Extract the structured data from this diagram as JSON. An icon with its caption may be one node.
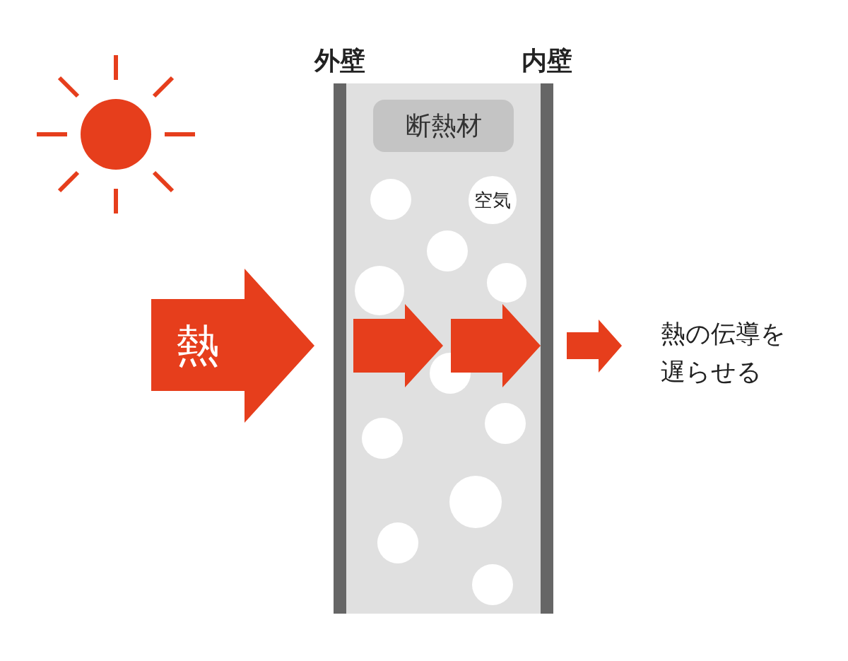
{
  "diagram": {
    "nodes": [
      {
        "text": [
          "熱"
        ]
      },
      {
        "text": [
          "断熱材"
        ]
      },
      {
        "text": [],
        "shape": "circle"
      },
      {
        "text": [
          "空気"
        ]
      },
      {
        "text": [],
        "shape": "circle"
      },
      {
        "text": [],
        "shape": "circle"
      },
      {
        "text": [],
        "shape": "circle"
      },
      {
        "text": [],
        "shape": "circle"
      },
      {
        "text": [],
        "shape": "circle"
      },
      {
        "text": [],
        "shape": "circle"
      },
      {
        "text": [],
        "shape": "circle"
      },
      {
        "text": [],
        "shape": "circle"
      },
      {
        "text": [],
        "shape": "circle"
      },
      {
        "text": [],
        "shape": "bar"
      },
      {
        "text": [],
        "shape": "bar"
      }
    ],
    "edges": [
      {
        "from": 5,
        "to": 7,
        "arrow": "to"
      },
      {
        "from": 7,
        "to": 14,
        "arrow": "to"
      }
    ],
    "labels": [
      "外壁",
      "内壁",
      "熱の伝導を遅らせる"
    ]
  }
}
